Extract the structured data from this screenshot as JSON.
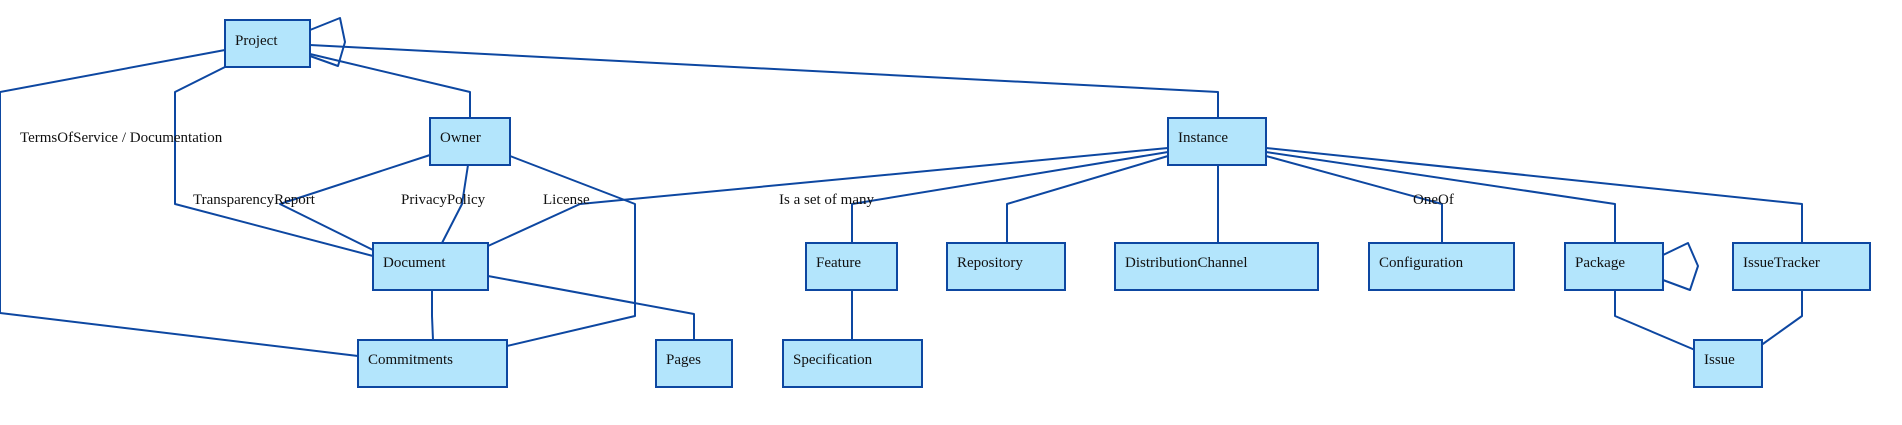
{
  "colors": {
    "node_fill": "#b3e5fc",
    "node_stroke": "#0d47a1",
    "edge": "#0d47a1",
    "text": "#111111"
  },
  "nodes": {
    "project": "Project",
    "owner": "Owner",
    "instance": "Instance",
    "document": "Document",
    "feature": "Feature",
    "repository": "Repository",
    "distribution_channel": "DistributionChannel",
    "configuration": "Configuration",
    "package": "Package",
    "issue_tracker": "IssueTracker",
    "commitments": "Commitments",
    "pages": "Pages",
    "specification": "Specification",
    "issue": "Issue"
  },
  "edge_labels": {
    "terms_of_service": "TermsOfService / Documentation",
    "transparency_report": "TransparencyReport",
    "privacy_policy": "PrivacyPolicy",
    "license": "License",
    "is_a_set_of_many": "Is a set of many",
    "one_of": "OneOf"
  }
}
